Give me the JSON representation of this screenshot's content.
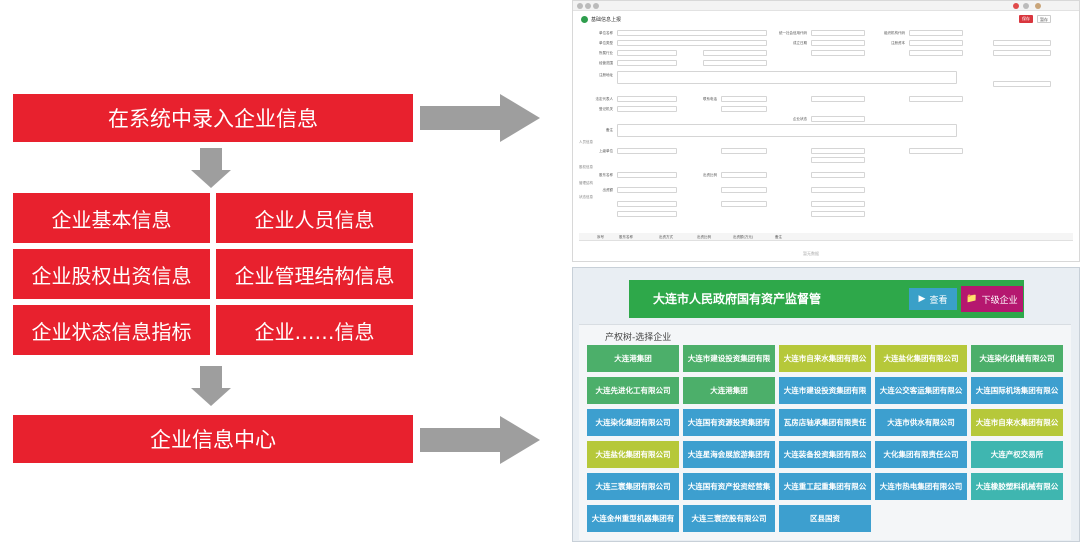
{
  "flow": {
    "top_box": "在系统中录入企业信息",
    "info_boxes": [
      "企业基本信息",
      "企业人员信息",
      "企业股权出资信息",
      "企业管理结构信息",
      "企业状态信息指标",
      "企业……信息"
    ],
    "bottom_box": "企业信息中心"
  },
  "colors": {
    "flow_red": "#e8212e",
    "arrow_gray": "#9e9e9e",
    "green": "#4caf6a",
    "lime": "#b6c83a",
    "blue": "#3d9fcf",
    "teal": "#3fb6b0",
    "banner": "#2ea84a",
    "magenta": "#b5176f"
  },
  "form": {
    "title": "基础信息上报",
    "buttons": [
      "保存",
      "暂存"
    ],
    "labels": [
      "单位名称",
      "统一社会信用代码",
      "组织机构代码",
      "单位类型",
      "成立日期",
      "注册资本",
      "所属行业",
      "经营范围",
      "注册地址",
      "法定代表人",
      "联系电话",
      "登记机关",
      "企业状态",
      "备注",
      "上级单位",
      "股东名称",
      "出资比例",
      "出资额"
    ],
    "sections": [
      "人员信息",
      "股权信息",
      "管理结构",
      "状态信息"
    ],
    "grid_headers": [
      "序号",
      "股东名称",
      "出资方式",
      "出资比例",
      "出资额(万元)",
      "备注"
    ],
    "no_data": "暂无数据"
  },
  "enterprise": {
    "banner_title": "大连市人民政府国有资产监督管",
    "view_button": "查看",
    "sub_button": "下级企业",
    "view_icon": "arrow-right-icon",
    "sub_icon": "folder-icon",
    "panel_title": "产权树-选择企业",
    "tiles": [
      {
        "name": "大连港集团",
        "color": "green"
      },
      {
        "name": "大连市建设投资集团有限",
        "color": "green"
      },
      {
        "name": "大连市自来水集团有限公",
        "color": "lime"
      },
      {
        "name": "大连盐化集团有限公司",
        "color": "lime"
      },
      {
        "name": "大连染化机械有限公司",
        "color": "green"
      },
      {
        "name": "大连先进化工有限公司",
        "color": "green"
      },
      {
        "name": "大连港集团",
        "color": "green"
      },
      {
        "name": "大连市建设投资集团有限",
        "color": "blue"
      },
      {
        "name": "大连公交客运集团有限公",
        "color": "blue"
      },
      {
        "name": "大连国际机场集团有限公",
        "color": "blue"
      },
      {
        "name": "大连染化集团有限公司",
        "color": "blue"
      },
      {
        "name": "大连国有资源投资集团有",
        "color": "blue"
      },
      {
        "name": "瓦房店轴承集团有限责任",
        "color": "blue"
      },
      {
        "name": "大连市供水有限公司",
        "color": "blue"
      },
      {
        "name": "大连市自来水集团有限公",
        "color": "lime"
      },
      {
        "name": "大连盐化集团有限公司",
        "color": "lime"
      },
      {
        "name": "大连星海会展旅游集团有",
        "color": "blue"
      },
      {
        "name": "大连装备投资集团有限公",
        "color": "blue"
      },
      {
        "name": "大化集团有限责任公司",
        "color": "blue"
      },
      {
        "name": "大连产权交易所",
        "color": "teal"
      },
      {
        "name": "大连三寰集团有限公司",
        "color": "blue"
      },
      {
        "name": "大连国有资产投资经营集",
        "color": "blue"
      },
      {
        "name": "大连重工起重集团有限公",
        "color": "blue"
      },
      {
        "name": "大连市热电集团有限公司",
        "color": "blue"
      },
      {
        "name": "大连橡胶塑料机械有限公",
        "color": "teal"
      },
      {
        "name": "大连金州重型机器集团有",
        "color": "blue"
      },
      {
        "name": "大连三寰控股有限公司",
        "color": "blue"
      },
      {
        "name": "区县国资",
        "color": "blue"
      }
    ]
  }
}
